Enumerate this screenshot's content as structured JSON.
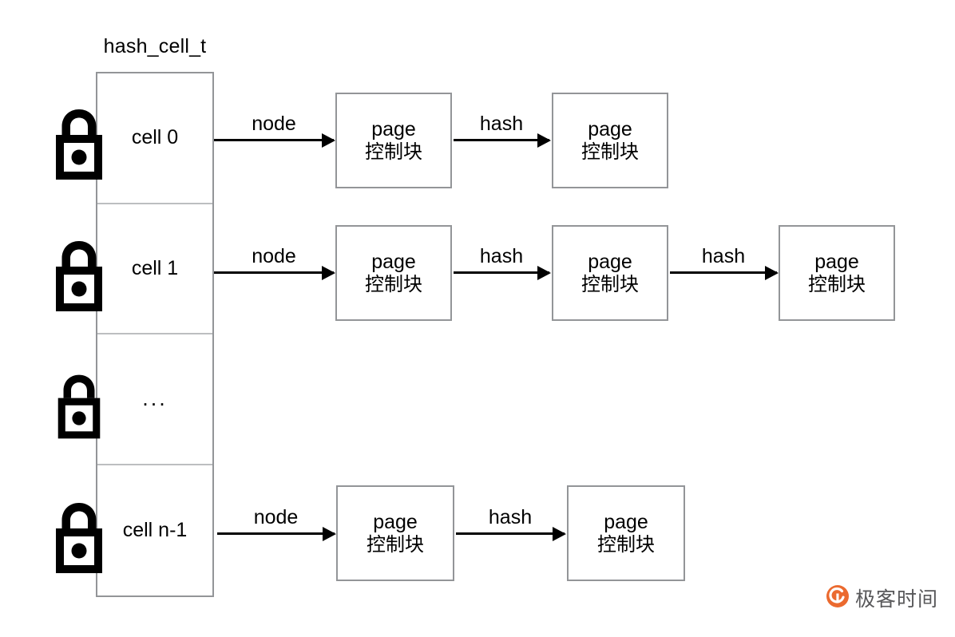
{
  "diagram": {
    "title": "hash_cell_t",
    "colors": {
      "outer_border": "#939598",
      "inner_divider": "#bcbec0",
      "text": "#000000",
      "arrow": "#000000",
      "background": "#ffffff",
      "watermark_orange": "#eb6a2f",
      "watermark_text": "#58585a"
    },
    "cells": [
      {
        "label": "cell 0",
        "lock_icon": "padlock-icon"
      },
      {
        "label": "cell 1",
        "lock_icon": "padlock-icon"
      },
      {
        "label": "...",
        "lock_icon": "padlock-icon"
      },
      {
        "label": "cell n-1",
        "lock_icon": "padlock-icon"
      }
    ],
    "chains": [
      {
        "cell": "cell 0",
        "entry_label": "node",
        "nodes": [
          {
            "line1": "page",
            "line2": "控制块"
          },
          {
            "line1": "page",
            "line2": "控制块"
          }
        ],
        "link_labels": [
          "hash"
        ]
      },
      {
        "cell": "cell 1",
        "entry_label": "node",
        "nodes": [
          {
            "line1": "page",
            "line2": "控制块"
          },
          {
            "line1": "page",
            "line2": "控制块"
          },
          {
            "line1": "page",
            "line2": "控制块"
          }
        ],
        "link_labels": [
          "hash",
          "hash"
        ]
      },
      {
        "cell": "cell n-1",
        "entry_label": "node",
        "nodes": [
          {
            "line1": "page",
            "line2": "控制块"
          },
          {
            "line1": "page",
            "line2": "控制块"
          }
        ],
        "link_labels": [
          "hash"
        ]
      }
    ],
    "labels": {
      "node": "node",
      "hash": "hash",
      "page": "page",
      "control_block": "控制块"
    }
  },
  "watermark": {
    "text": "极客时间",
    "logo_icon": "geektime-logo-icon"
  }
}
